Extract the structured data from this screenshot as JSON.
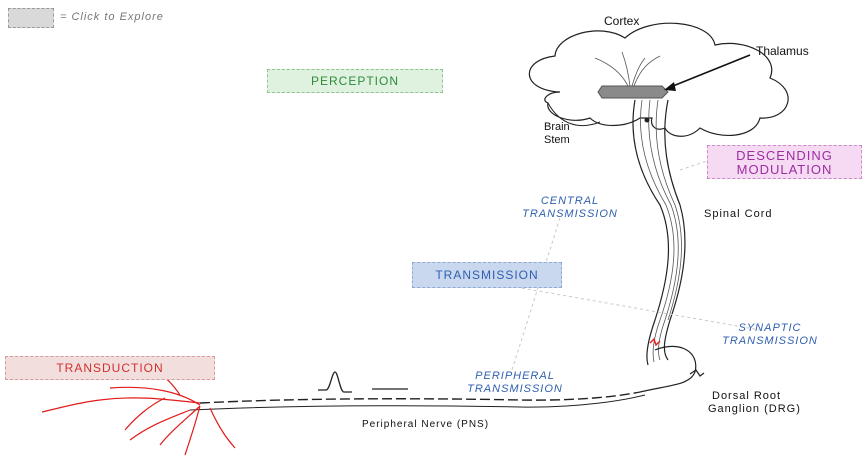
{
  "legend": {
    "text": "= Click to Explore",
    "swatch_color": "#d9d9d9"
  },
  "labels": {
    "cortex": "Cortex",
    "thalamus": "Thalamus",
    "brain_stem_line1": "Brain",
    "brain_stem_line2": "Stem",
    "spinal_cord": "Spinal Cord",
    "drg_line1": "Dorsal Root",
    "drg_line2": "Ganglion (DRG)",
    "peripheral_nerve": "Peripheral Nerve (PNS)"
  },
  "buttons": {
    "perception": {
      "text": "PERCEPTION",
      "color": "#2e8b3a",
      "bg": "#dff2df"
    },
    "descending_modulation": {
      "line1": "DESCENDING",
      "line2": "MODULATION",
      "color": "#9b2fa0",
      "bg": "#f6d9f3"
    },
    "transmission": {
      "text": "TRANSMISSION",
      "color": "#2f5fb0",
      "bg": "#c9d8ee"
    },
    "transduction": {
      "text": "TRANSDUCTION",
      "color": "#d03030",
      "bg": "#f3dede"
    }
  },
  "annotations": {
    "central_line1": "CENTRAL",
    "central_line2": "TRANSMISSION",
    "synaptic_line1": "SYNAPTIC",
    "synaptic_line2": "TRANSMISSION",
    "peripheral_line1": "PERIPHERAL",
    "peripheral_line2": "TRANSMISSION"
  },
  "colors": {
    "nerve_red": "#e21b1b",
    "thalamus_gray": "#8a8a8a",
    "outline": "#222222"
  }
}
